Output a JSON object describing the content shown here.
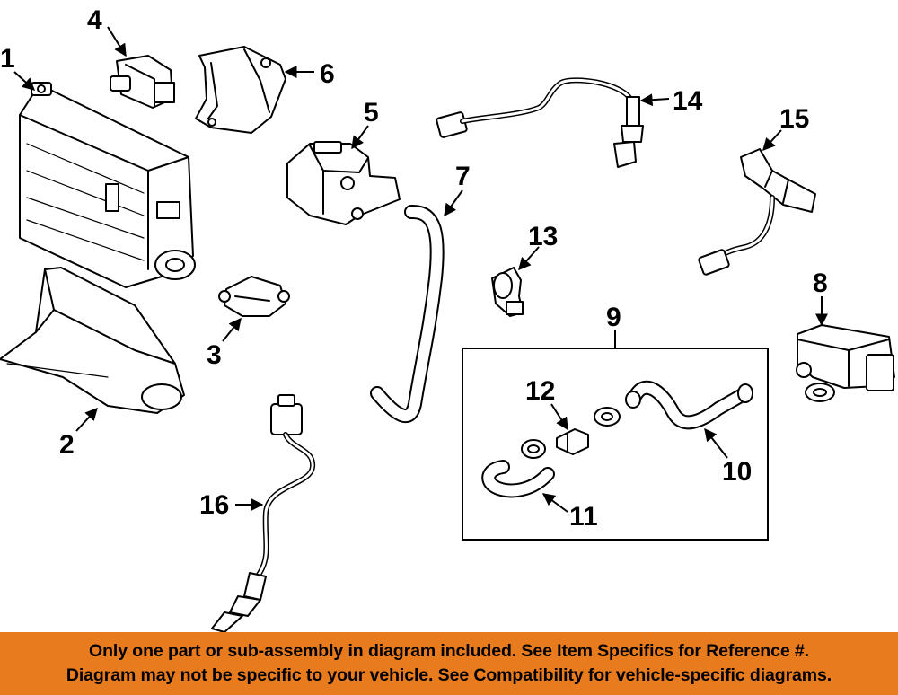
{
  "callouts": {
    "c1": "1",
    "c2": "2",
    "c3": "3",
    "c4": "4",
    "c5": "5",
    "c6": "6",
    "c7": "7",
    "c8": "8",
    "c9": "9",
    "c10": "10",
    "c11": "11",
    "c12": "12",
    "c13": "13",
    "c14": "14",
    "c15": "15",
    "c16": "16"
  },
  "banner": {
    "line1": "Only one part or sub-assembly in diagram included. See Item Specifics for Reference #.",
    "line2": "Diagram may not be specific to your vehicle. See Compatibility for vehicle-specific diagrams."
  },
  "colors": {
    "banner_background": "#e87b1e",
    "ink": "#000000",
    "background": "#ffffff"
  }
}
